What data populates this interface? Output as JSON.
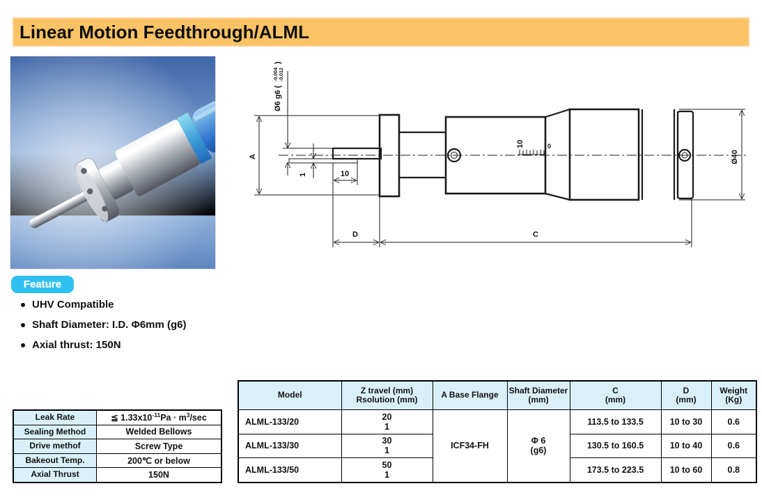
{
  "page": {
    "title": "Linear Motion Feedthrough/ALML"
  },
  "colors": {
    "header_bg": "#FBC365",
    "feature_badge_bg": "#2EC0F0",
    "table_header_bg": "#D9F0FA",
    "photo_sky_blue": "#5d86c0"
  },
  "feature": {
    "badge": "Feature",
    "items": [
      "UHV Compatible",
      "Shaft Diameter: I.D. Φ6mm (g6)",
      "Axial thrust: 150N"
    ]
  },
  "drawing": {
    "labels": {
      "shaft_dia": "Ø6 g6 (",
      "tol_top": "-0.004",
      "tol_bottom": "-0.012",
      "paren_close": ")",
      "dim_a": "A",
      "dim_one": "1",
      "dim_ten": "10",
      "scale_ten": "10",
      "scale_zero": "0",
      "dim_d": "D",
      "dim_c": "C",
      "dia_40": "Ø40"
    }
  },
  "spec_table": {
    "rows": [
      {
        "label": "Leak Rate",
        "value": ""
      },
      {
        "label": "Sealing Method",
        "value": "Welded Bellows"
      },
      {
        "label": "Drive methof",
        "value": "Screw Type"
      },
      {
        "label": "Bakeout Temp.",
        "value": "200℃ or below"
      },
      {
        "label": "Axial Thrust",
        "value": "150N"
      }
    ],
    "leak": {
      "p1": "≦ 1.33x10",
      "sup1": "-11",
      "p2": "Pa · m",
      "sup2": "3",
      "p3": "/sec"
    }
  },
  "model_table": {
    "headers": {
      "model": "Model",
      "z1": "Z travel (mm)",
      "z2": "Rsolution (mm)",
      "flange": "A Base Flange",
      "s1": "Shaft Diameter",
      "s2": "(mm)",
      "c1": "C",
      "c2": "(mm)",
      "d1": "D",
      "d2": "(mm)",
      "w1": "Weight",
      "w2": "(Kg)"
    },
    "merged": {
      "flange": "ICF34-FH",
      "shaft1": "Φ 6",
      "shaft2": "(g6)"
    },
    "rows": [
      {
        "model": "ALML-133/20",
        "z": "20",
        "res": "1",
        "c": "113.5  to 133.5",
        "d": "10 to 30",
        "weight": "0.6"
      },
      {
        "model": "ALML-133/30",
        "z": "30",
        "res": "1",
        "c": "130.5 to 160.5",
        "d": "10 to 40",
        "weight": "0.6"
      },
      {
        "model": "ALML-133/50",
        "z": "50",
        "res": "1",
        "c": "173.5 to 223.5",
        "d": "10 to 60",
        "weight": "0.8"
      }
    ]
  }
}
